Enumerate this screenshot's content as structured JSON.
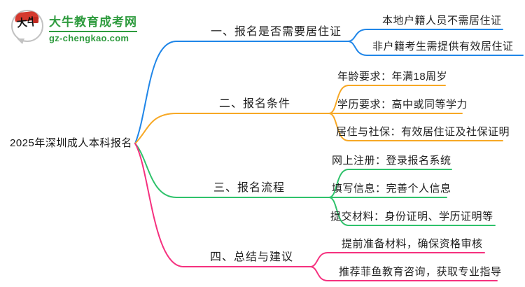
{
  "logo": {
    "icon_text": "大牛",
    "site_name": "大牛教育成考网",
    "site_url": "gz-chengkao.com",
    "brand_green": "#2e9b3e",
    "brand_red": "#d43a2f"
  },
  "central_topic": "2025年深圳成人本科报名",
  "text_color": "#1f1f1f",
  "branches": [
    {
      "label": "一、报名是否需要居住证",
      "color": "#2086e8",
      "children": [
        "本地户籍人员不需居住证",
        "非户籍考生需提供有效居住证"
      ]
    },
    {
      "label": "二、报名条件",
      "color": "#f7a825",
      "children": [
        "年龄要求：年满18周岁",
        "学历要求：高中或同等学力",
        "居住与社保：有效居住证及社保证明"
      ]
    },
    {
      "label": "三、报名流程",
      "color": "#2fc26b",
      "children": [
        "网上注册：登录报名系统",
        "填写信息：完善个人信息",
        "提交材料：身份证明、学历证明等"
      ]
    },
    {
      "label": "四、总结与建议",
      "color": "#f5317f",
      "children": [
        "提前准备材料，确保资格审核",
        "推荐菲鱼教育咨询，获取专业指导"
      ]
    }
  ]
}
